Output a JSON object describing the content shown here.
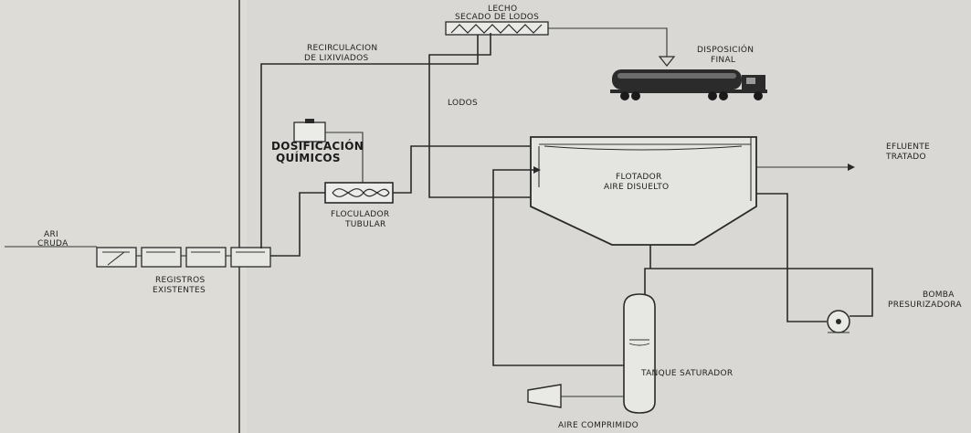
{
  "labels": {
    "arl": "ARI",
    "cruda": "CRUDA",
    "registros1": "REGISTROS",
    "registros2": "EXISTENTES",
    "recirc1": "RECIRCULACION",
    "recirc2": "DE LIXIVIADOS",
    "lecho1": "LECHO",
    "lecho2": "SECADO DE LODOS",
    "disp1": "DISPOSICIÓN",
    "disp2": "FINAL",
    "lodos": "LODOS",
    "dosif1": "DOSIFICACIÓN",
    "dosif2": "QUÍMICOS",
    "floc1": "FLOCULADOR",
    "floc2": "TUBULAR",
    "flot1": "FLOTADOR",
    "flot2": "AIRE DISUELTO",
    "efl1": "EFLUENTE",
    "efl2": "TRATADO",
    "bomba1": "BOMBA",
    "bomba2": "PRESURIZADORA",
    "tanque": "TANQUE SATURADOR",
    "aire": "AIRE COMPRIMIDO"
  },
  "icons": {
    "truck": "tanker-truck-icon",
    "pump": "pump-icon",
    "compressor": "compressor-icon",
    "dosing": "dosing-tank-icon"
  }
}
